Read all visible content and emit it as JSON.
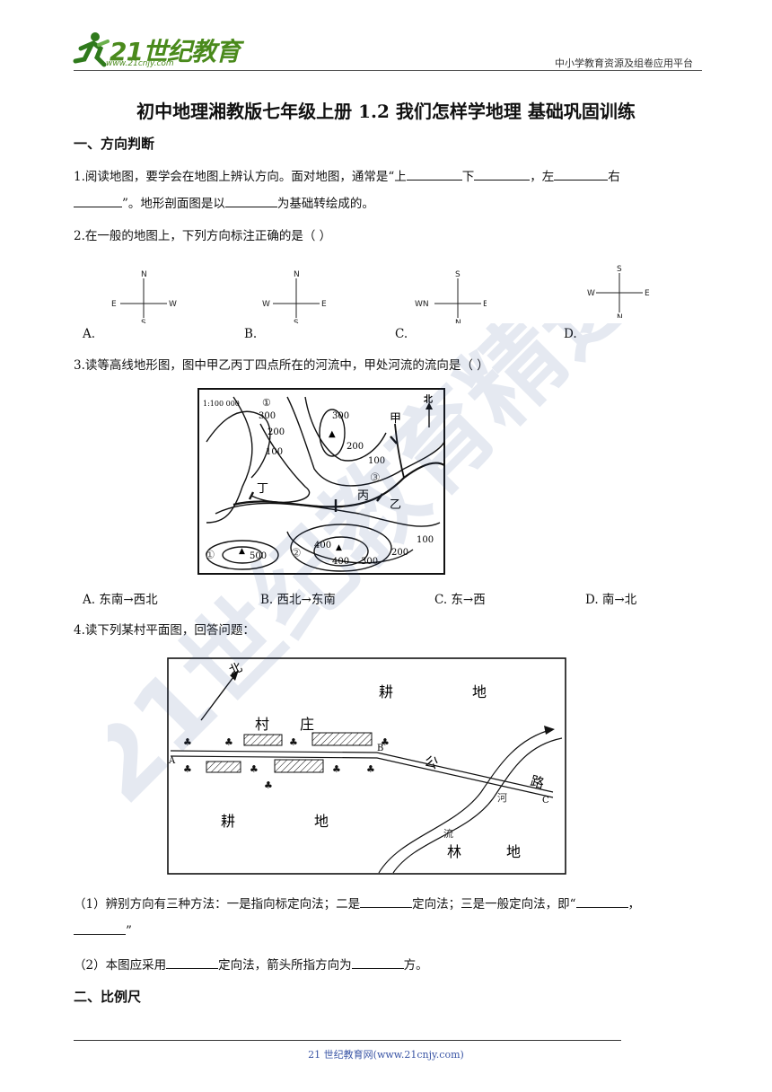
{
  "header": {
    "logo_text": "21世纪教育",
    "logo_url": "www.21cnjy.com",
    "platform": "中小学教育资源及组卷应用平台"
  },
  "title": "初中地理湘教版七年级上册 1.2 我们怎样学地理  基础巩固训练",
  "section1": {
    "heading": "一、方向判断"
  },
  "q1": {
    "p1": "1.阅读地图，要学会在地图上辨认方向。面对地图，通常是“上",
    "p2": "下",
    "p3": "，左",
    "p4": "右",
    "p5": "”。地形剖面图是以",
    "p6": "为基础转绘成的。"
  },
  "q2": {
    "stem": "2.在一般的地图上，下列方向标注正确的是（    ）",
    "options": [
      {
        "letter": "A.",
        "top": "N",
        "bottom": "S",
        "left": "E",
        "right": "W"
      },
      {
        "letter": "B.",
        "top": "N",
        "bottom": "S",
        "left": "W",
        "right": "E"
      },
      {
        "letter": "C.",
        "top": "S",
        "bottom": "N",
        "left": "WN",
        "right": "ES"
      },
      {
        "letter": "D.",
        "top": "S",
        "bottom": "N",
        "left": "W",
        "right": "E"
      }
    ]
  },
  "q3": {
    "stem": "3.读等高线地形图，图中甲乙丙丁四点所在的河流中，甲处河流的流向是（    ）",
    "map": {
      "scale": "1:100 000",
      "north": "北",
      "contours": [
        "300",
        "200",
        "100",
        "300",
        "200",
        "100",
        "400",
        "500",
        "400",
        "300",
        "200",
        "100"
      ],
      "points": [
        "甲",
        "乙",
        "丙",
        "丁"
      ],
      "circled": [
        "①",
        "②",
        "③"
      ]
    },
    "options": [
      "A. 东南→西北",
      "B. 西北→东南",
      "C. 东→西",
      "D. 南→北"
    ]
  },
  "q4": {
    "stem": "4.读下列某村平面图，回答问题：",
    "map": {
      "north": "北",
      "farmland_top": [
        "耕",
        "地"
      ],
      "village": [
        "村",
        "庄"
      ],
      "road": [
        "公",
        "路"
      ],
      "river": [
        "河",
        "流"
      ],
      "farmland_bottom": [
        "耕",
        "地"
      ],
      "forest": [
        "林",
        "地"
      ],
      "labels": [
        "A",
        "B",
        "C"
      ]
    },
    "sub1_a": "（1）辨别方向有三种方法：一是指向标定向法；二是",
    "sub1_b": "定向法；三是一般定向法，即“",
    "sub1_c": "，",
    "sub1_d": "”",
    "sub2_a": "（2）本图应采用",
    "sub2_b": "定向法，箭头所指方向为",
    "sub2_c": "方。"
  },
  "section2": {
    "heading": "二、比例尺"
  },
  "footer": "21 世纪教育网(www.21cnjy.com)",
  "watermark": "21世纪教育精选资料"
}
